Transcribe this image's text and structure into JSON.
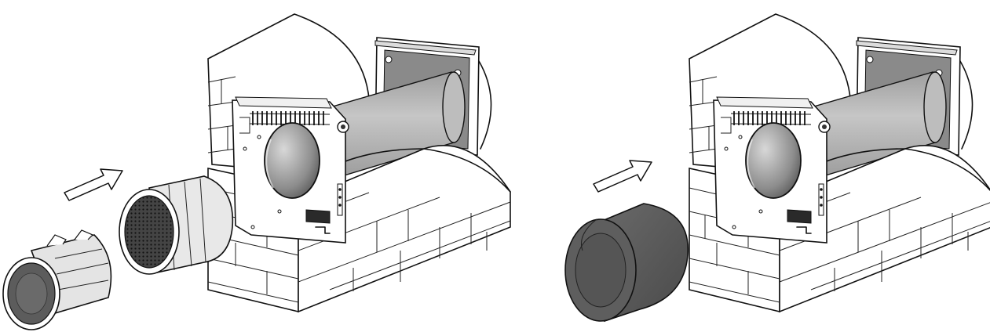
{
  "figure": {
    "panels": [
      {
        "id": "left",
        "component": "heat-exchanger-and-filter-cartridge"
      },
      {
        "id": "right",
        "component": "foam-sound-absorber"
      }
    ],
    "colors": {
      "outline": "#111111",
      "wall_fill": "#ffffff",
      "duct_gray": "#b4b4b4",
      "plate_gray": "#8a8a8a",
      "foam_dark": "#5a5a5a",
      "filter_mesh": "#333333",
      "grille_dark": "#2a2a2a"
    },
    "icons": [
      "insert-direction-arrow-icon",
      "ventilation-duct",
      "wall-grille-unit"
    ]
  }
}
